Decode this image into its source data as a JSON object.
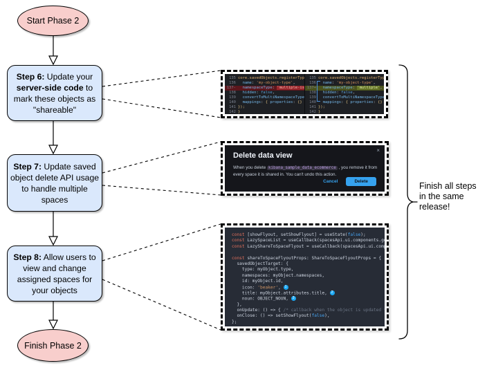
{
  "flowchart": {
    "start_label": "Start Phase 2",
    "finish_label": "Finish Phase 2",
    "steps": [
      {
        "id": "step-6",
        "rich": [
          [
            "b",
            "Step 6:"
          ],
          [
            "n",
            " Update your "
          ],
          [
            "b",
            "server-side code"
          ],
          [
            "n",
            " to mark these objects as \"shareable\""
          ]
        ]
      },
      {
        "id": "step-7",
        "rich": [
          [
            "b",
            "Step 7:"
          ],
          [
            "n",
            " Update saved object delete API usage to handle multiple spaces"
          ]
        ]
      },
      {
        "id": "step-8",
        "rich": [
          [
            "b",
            "Step 8:"
          ],
          [
            "n",
            " Allow users to view and change assigned spaces for your objects"
          ]
        ]
      }
    ],
    "note": "Finish all steps in the same release!"
  },
  "colors": {
    "step_box_fill": "#dae8fc",
    "terminal_fill": "#f8cecc",
    "eui_primary_blue": "#36a2ef",
    "diff_deleted_row": "#5c161c",
    "diff_added_row": "#4a521d",
    "callout_badge_blue": "#1ba9f5"
  },
  "diff": {
    "left": [
      {
        "n": "135",
        "cls": "",
        "segs": [
          [
            "fn",
            "core.savedObjects.registerType"
          ],
          [
            "br",
            "({"
          ]
        ]
      },
      {
        "n": "136",
        "cls": "",
        "segs": [
          [
            "pn",
            "  "
          ],
          [
            "pr",
            "name"
          ],
          [
            "pn",
            ": "
          ],
          [
            "st",
            "'my-object-type'"
          ],
          [
            "pn",
            ","
          ]
        ]
      },
      {
        "n": "137-",
        "cls": "del",
        "segs": [
          [
            "pn",
            "  "
          ],
          [
            "pr",
            "namespaceType"
          ],
          [
            "pn",
            ": "
          ],
          [
            "stx",
            "'multiple-isolated'"
          ],
          [
            "pn",
            ","
          ]
        ]
      },
      {
        "n": "138",
        "cls": "",
        "segs": [
          [
            "pn",
            "  "
          ],
          [
            "pr",
            "hidden"
          ],
          [
            "pn",
            ": "
          ],
          [
            "kw",
            "false"
          ],
          [
            "pn",
            ","
          ]
        ]
      },
      {
        "n": "139",
        "cls": "",
        "segs": [
          [
            "pn",
            "  "
          ],
          [
            "pr",
            "convertToMultiNamespaceTypeVersion"
          ],
          [
            "pn",
            ":"
          ]
        ]
      },
      {
        "n": "140",
        "cls": "",
        "segs": [
          [
            "pn",
            "  "
          ],
          [
            "pr",
            "mappings"
          ],
          [
            "pn",
            ": "
          ],
          [
            "br",
            "{ "
          ],
          [
            "pr",
            "properties"
          ],
          [
            "pn",
            ": "
          ],
          [
            "br",
            "{} }"
          ],
          [
            "pn",
            ","
          ]
        ]
      },
      {
        "n": "141",
        "cls": "",
        "segs": [
          [
            "br",
            "});"
          ]
        ]
      },
      {
        "n": "142",
        "cls": "",
        "segs": [
          [
            "br",
            "}"
          ]
        ]
      }
    ],
    "right": [
      {
        "n": "135",
        "cls": "",
        "segs": [
          [
            "fn",
            "core.savedObjects.registerType"
          ],
          [
            "br",
            "({"
          ]
        ]
      },
      {
        "n": "136",
        "cls": "",
        "segs": [
          [
            "pn",
            "  "
          ],
          [
            "pr",
            "name"
          ],
          [
            "pn",
            ": "
          ],
          [
            "st",
            "'my-object-type'"
          ],
          [
            "pn",
            ","
          ]
        ]
      },
      {
        "n": "137+",
        "cls": "add",
        "segs": [
          [
            "pn",
            "  "
          ],
          [
            "pr",
            "namespaceType"
          ],
          [
            "pn",
            ": "
          ],
          [
            "stg",
            "'multiple'"
          ],
          [
            "pn",
            ","
          ]
        ]
      },
      {
        "n": "138",
        "cls": "",
        "segs": [
          [
            "pn",
            "  "
          ],
          [
            "pr",
            "hidden"
          ],
          [
            "pn",
            ": "
          ],
          [
            "kw",
            "false"
          ],
          [
            "pn",
            ","
          ]
        ]
      },
      {
        "n": "139",
        "cls": "",
        "segs": [
          [
            "pn",
            "  "
          ],
          [
            "pr",
            "convertToMultiNamespaceTypeVersion"
          ],
          [
            "pn",
            ":"
          ]
        ]
      },
      {
        "n": "140",
        "cls": "",
        "segs": [
          [
            "pn",
            "  "
          ],
          [
            "pr",
            "mappings"
          ],
          [
            "pn",
            ": "
          ],
          [
            "br",
            "{ "
          ],
          [
            "pr",
            "properties"
          ],
          [
            "pn",
            ": "
          ],
          [
            "br",
            "{} }"
          ],
          [
            "pn",
            ","
          ]
        ]
      },
      {
        "n": "141",
        "cls": "",
        "segs": [
          [
            "br",
            "});"
          ]
        ]
      },
      {
        "n": "142",
        "cls": "",
        "segs": [
          [
            "br",
            "}"
          ]
        ]
      }
    ]
  },
  "modal": {
    "title": "Delete data view",
    "close": "×",
    "body_before": "When you delete ",
    "body_code": "kibana_sample_data_ecommerce",
    "body_after": " , you remove it from every space it is shared in. You can't undo this action.",
    "cancel_label": "Cancel",
    "delete_label": "Delete"
  },
  "flyout_code": {
    "lines": [
      [
        [
          "k",
          "const"
        ],
        [
          "p",
          " [showFlyout, setShowFlyout] = useState("
        ],
        [
          "b",
          "false"
        ],
        [
          "p",
          ");"
        ]
      ],
      [
        [
          "k",
          "const"
        ],
        [
          "p",
          " LazySpaceList = useCallback(spacesApi.ui.components.getSpaceLis"
        ]
      ],
      [
        [
          "k",
          "const"
        ],
        [
          "p",
          " LazyShareToSpaceFlyout = useCallback(spacesApi.ui.components.ge"
        ]
      ],
      [],
      [
        [
          "k",
          "const"
        ],
        [
          "p",
          " shareToSpaceFlyoutProps: ShareToSpaceFlyoutProps = {"
        ]
      ],
      [
        [
          "p",
          "  savedObjectTarget: {"
        ]
      ],
      [
        [
          "p",
          "    type: myObject.type,"
        ]
      ],
      [
        [
          "p",
          "    namespaces: myObject.namespaces,"
        ]
      ],
      [
        [
          "p",
          "    id: myObject.id,"
        ]
      ],
      [
        [
          "p",
          "    icon: "
        ],
        [
          "s",
          "'beaker'"
        ],
        [
          "p",
          ", "
        ],
        [
          "badge",
          "1"
        ]
      ],
      [
        [
          "p",
          "    title: myObject.attributes.title, "
        ],
        [
          "badge",
          "2"
        ]
      ],
      [
        [
          "p",
          "    noun: OBJECT_NOUN, "
        ],
        [
          "badge",
          "3"
        ]
      ],
      [
        [
          "p",
          "  },"
        ]
      ],
      [
        [
          "p",
          "  onUpdate: () => { "
        ],
        [
          "c",
          "/* callback when the object is updated */"
        ],
        [
          "p",
          " },"
        ]
      ],
      [
        [
          "p",
          "  onClose: () => setShowFlyout("
        ],
        [
          "b",
          "false"
        ],
        [
          "p",
          "),"
        ]
      ],
      [
        [
          "p",
          "};"
        ]
      ]
    ]
  }
}
